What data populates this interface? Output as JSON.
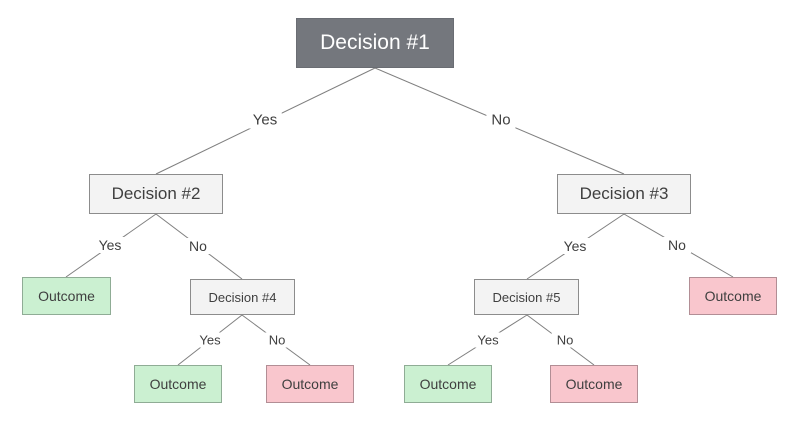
{
  "diagram": {
    "type": "decision-tree",
    "nodes": {
      "d1": {
        "label": "Decision #1",
        "kind": "decision-root"
      },
      "d2": {
        "label": "Decision #2",
        "kind": "decision"
      },
      "d3": {
        "label": "Decision #3",
        "kind": "decision"
      },
      "d4": {
        "label": "Decision #4",
        "kind": "decision"
      },
      "d5": {
        "label": "Decision #5",
        "kind": "decision"
      },
      "outcome_d2_yes": {
        "label": "Outcome",
        "kind": "outcome-positive"
      },
      "outcome_d4_yes": {
        "label": "Outcome",
        "kind": "outcome-positive"
      },
      "outcome_d4_no": {
        "label": "Outcome",
        "kind": "outcome-negative"
      },
      "outcome_d5_yes": {
        "label": "Outcome",
        "kind": "outcome-positive"
      },
      "outcome_d5_no": {
        "label": "Outcome",
        "kind": "outcome-negative"
      },
      "outcome_d3_no": {
        "label": "Outcome",
        "kind": "outcome-negative"
      }
    },
    "edges": [
      {
        "from": "d1",
        "to": "d2",
        "label": "Yes"
      },
      {
        "from": "d1",
        "to": "d3",
        "label": "No"
      },
      {
        "from": "d2",
        "to": "outcome_d2_yes",
        "label": "Yes"
      },
      {
        "from": "d2",
        "to": "d4",
        "label": "No"
      },
      {
        "from": "d3",
        "to": "d5",
        "label": "Yes"
      },
      {
        "from": "d3",
        "to": "outcome_d3_no",
        "label": "No"
      },
      {
        "from": "d4",
        "to": "outcome_d4_yes",
        "label": "Yes"
      },
      {
        "from": "d4",
        "to": "outcome_d4_no",
        "label": "No"
      },
      {
        "from": "d5",
        "to": "outcome_d5_yes",
        "label": "Yes"
      },
      {
        "from": "d5",
        "to": "outcome_d5_no",
        "label": "No"
      }
    ],
    "colors": {
      "root_fill": "#74777d",
      "root_text": "#ffffff",
      "decision_fill": "#f3f3f3",
      "decision_border": "#8c8c8c",
      "outcome_positive_fill": "#cbf0d1",
      "outcome_positive_border": "#8fac95",
      "outcome_negative_fill": "#f9c6cd",
      "outcome_negative_border": "#b28e95",
      "edge_line": "#7f7f7f",
      "text": "#3f3f3f"
    }
  }
}
